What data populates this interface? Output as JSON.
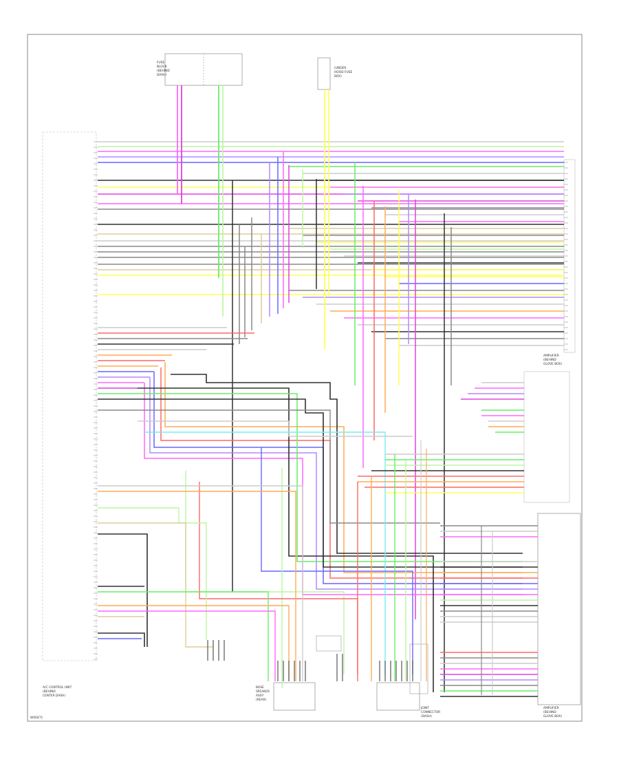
{
  "diagram": {
    "colors": {
      "border": "#808080",
      "pink": "#ff66ff",
      "magenta": "#e040e0",
      "green": "#66ee66",
      "light_green": "#bbf5a0",
      "yellow": "#ffff55",
      "blue": "#6666ff",
      "violet": "#b088ff",
      "red": "#ff6666",
      "orange": "#ffaa55",
      "gray": "#888888",
      "dark": "#303030",
      "cyan": "#77eeee",
      "tan": "#ddcc99",
      "lt_gray": "#cccccc"
    },
    "boxes": {
      "fuse_box": {
        "lines": [
          "FUSE",
          "BLOCK",
          "(BEHIND",
          "DASH)"
        ]
      },
      "fuse2_box": {
        "lines": [
          "(UNDER",
          "HOOD FUSE",
          "BOX)"
        ]
      },
      "left_connector": {
        "caption": [
          "A/C CONTROL UNIT",
          "(BEHIND",
          "CENTER DASH)"
        ]
      },
      "right_connector": {
        "caption": [
          "AMPLIFIER",
          "(BEHIND",
          "GLOVE BOX)"
        ]
      },
      "right_lower_box": {
        "caption": [
          "AMPLIFIER",
          "(BEHIND",
          "GLOVE BOX)"
        ]
      },
      "bottom_center_box": {
        "caption": [
          "BOSE",
          "SPEAKER",
          "ASSY",
          "(REAR)"
        ]
      },
      "bottom_right_box": {
        "caption": [
          "JOINT",
          "CONNECTOR",
          "(DASH)"
        ]
      }
    },
    "footer_code": "W00471"
  }
}
